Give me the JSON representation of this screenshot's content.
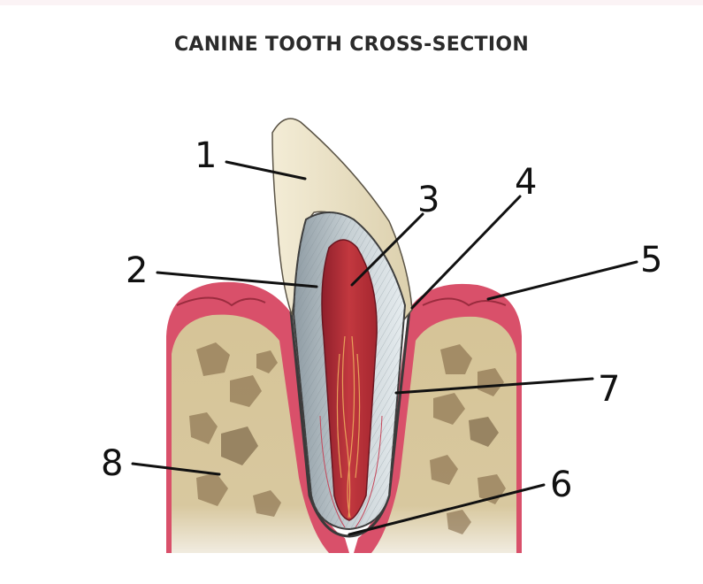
{
  "title": "CANINE TOOTH CROSS-SECTION",
  "labels": [
    {
      "id": "1",
      "text": "1"
    },
    {
      "id": "2",
      "text": "2"
    },
    {
      "id": "3",
      "text": "3"
    },
    {
      "id": "4",
      "text": "4"
    },
    {
      "id": "5",
      "text": "5"
    },
    {
      "id": "6",
      "text": "6"
    },
    {
      "id": "7",
      "text": "7"
    },
    {
      "id": "8",
      "text": "8"
    }
  ],
  "colors": {
    "enamel": "#ece3c7",
    "dentin": "#b4bfc4",
    "pulp": "#b62d3a",
    "gum": "#d9506a",
    "bone": "#d2c095",
    "bone_dark": "#6e5637",
    "leader": "#111111"
  }
}
